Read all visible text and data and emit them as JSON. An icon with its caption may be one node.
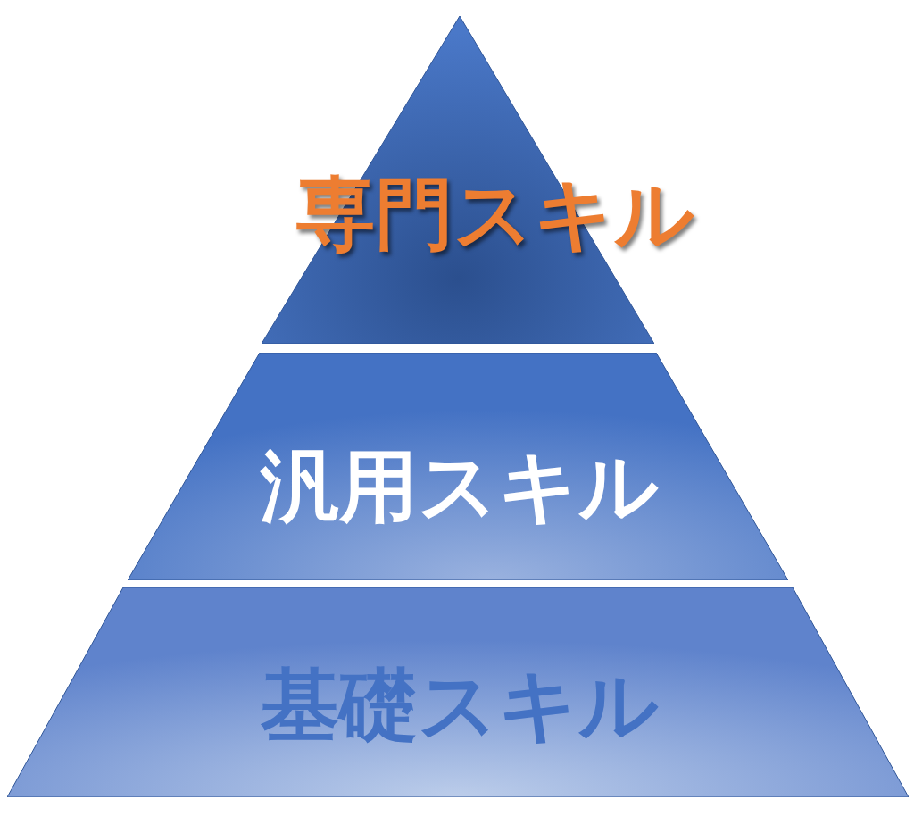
{
  "diagram": {
    "nodes": [
      {
        "text": [
          "専門スキル"
        ]
      },
      {
        "text": [
          "汎用スキル"
        ]
      },
      {
        "text": [
          "基礎スキル"
        ]
      }
    ]
  }
}
